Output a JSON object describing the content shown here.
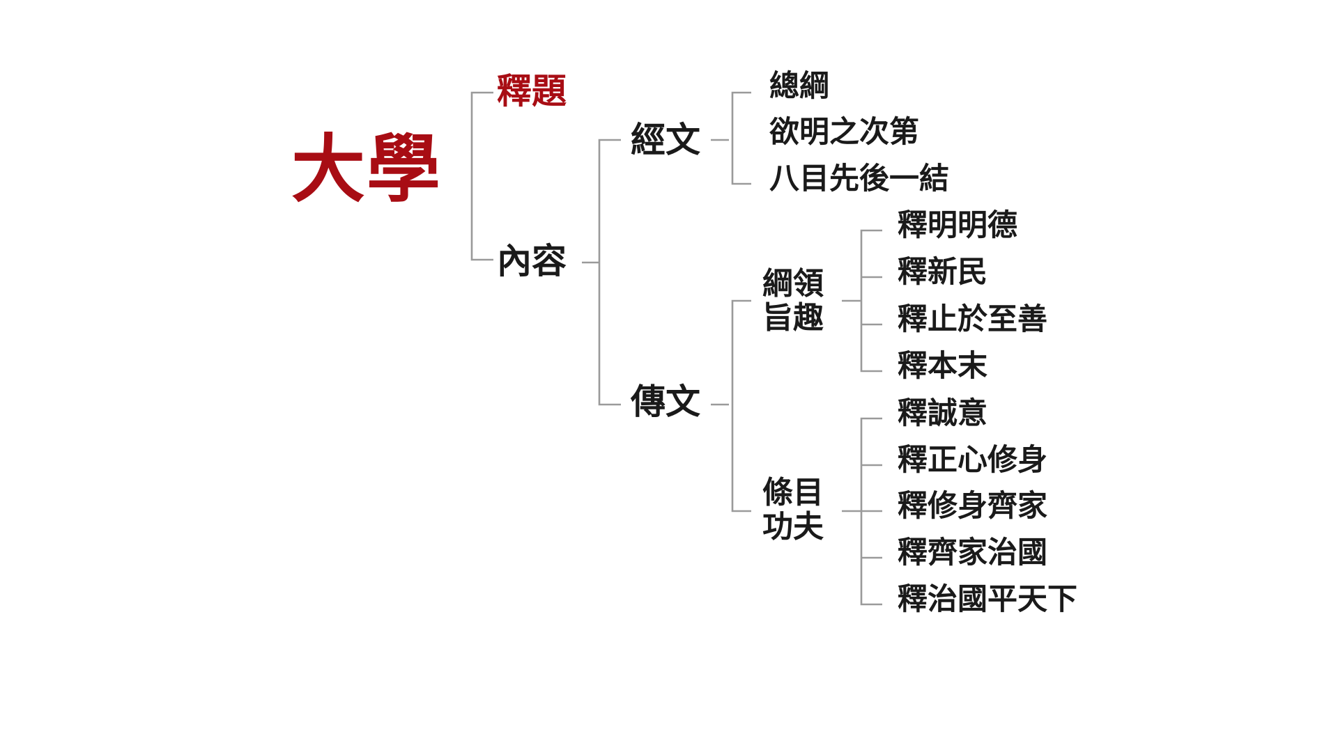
{
  "colors": {
    "accent": "#a80d14",
    "text": "#1a1a1a",
    "connector": "#9a9a9a",
    "background": "#ffffff"
  },
  "tree": {
    "root": "大學",
    "shiti": "釋題",
    "neirong": "內容",
    "jingwen": {
      "label": "經文",
      "items": [
        "總綱",
        "欲明之次第",
        "八目先後一結"
      ]
    },
    "zhuanwen": {
      "label": "傳文",
      "gangling": {
        "line1": "綱領",
        "line2": "旨趣",
        "items": [
          "釋明明德",
          "釋新民",
          "釋止於至善",
          "釋本末"
        ]
      },
      "tiaomu": {
        "line1": "條目",
        "line2": "功夫",
        "items": [
          "釋誠意",
          "釋正心修身",
          "釋修身齊家",
          "釋齊家治國",
          "釋治國平天下"
        ]
      }
    }
  }
}
